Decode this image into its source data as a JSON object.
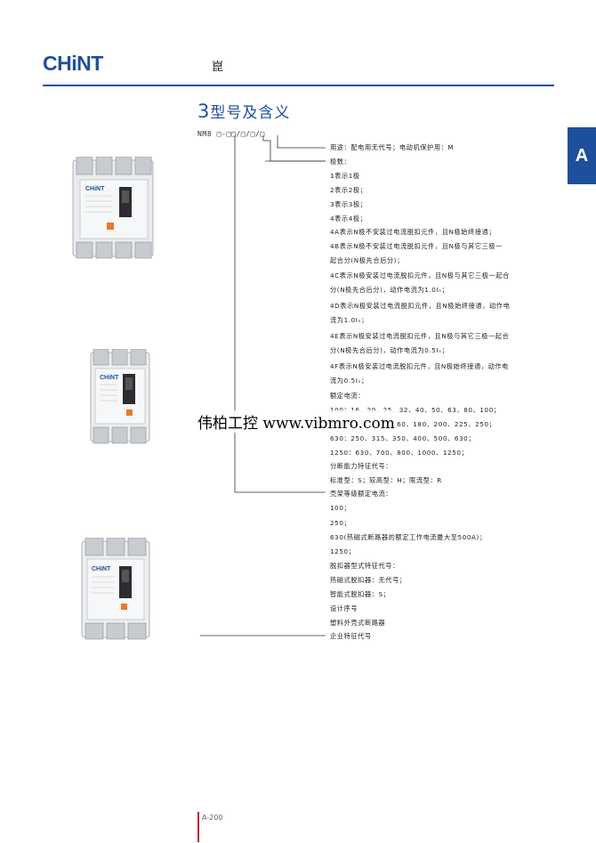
{
  "header": {
    "logo": "CHiNT",
    "title": "崑"
  },
  "section": {
    "number": "3",
    "title": "型号及含义"
  },
  "tab_letter": "A",
  "model_code": "NM8 □-□□/□/□/□",
  "descriptions": [
    "用途：配电用无代号；电动机保护用：M",
    "极数：",
    "1表示1极",
    "2表示2极；",
    "3表示3极；",
    "4表示4极；",
    "4A表示N极不安装过电流脱扣元件，且N极始终接通；",
    "4B表示N极不安装过电流脱扣元件，且N极与其它三极一",
    "起合分(N极先合后分)；",
    "4C表示N极安装过电流脱扣元件，且N极与其它三极一起合",
    "分(N极先合后分)，动作电流为1.0Iₙ；",
    "4D表示N极安装过电流脱扣元件，且N极始终接通，动作电",
    "流为1.0Iₙ；",
    "4E表示N极安装过电流脱扣元件，且N极与其它三极一起合",
    "分(N极先合后分)，动作电流为0.5Iₙ；",
    "4F表示N极安装过电流脱扣元件，且N极始终接通，动作电",
    "流为0.5Iₙ；",
    "额定电流：",
    "100：16、20、25、32、40、50、63、80、100；",
    "250：125、140、160、180、200、225、250；",
    "630：250、315、350、400、500、630；",
    "1250：630、700、800、1000、1250；",
    "分断能力特征代号：",
    "标准型：S；较高型：H；限流型：R",
    "壳架等级额定电流：",
    "100；",
    "250；",
    "630(热磁式断路器的额定工作电流最大至500A)；",
    "1250；",
    "脱扣器型式特征代号：",
    "热磁式脱扣器：无代号；",
    "智能式脱扣器：S；",
    "设计序号",
    "塑料外壳式断路器",
    "企业特征代号"
  ],
  "watermark": "伟柏工控 www.vibmro.com",
  "products": [
    {
      "brand": "CHiNT"
    },
    {
      "brand": "CHiNT"
    },
    {
      "brand": "CHiNT"
    }
  ],
  "page_number": "A-200",
  "colors": {
    "brand_blue": "#1e4f9c",
    "accent_red": "#c0202a"
  }
}
